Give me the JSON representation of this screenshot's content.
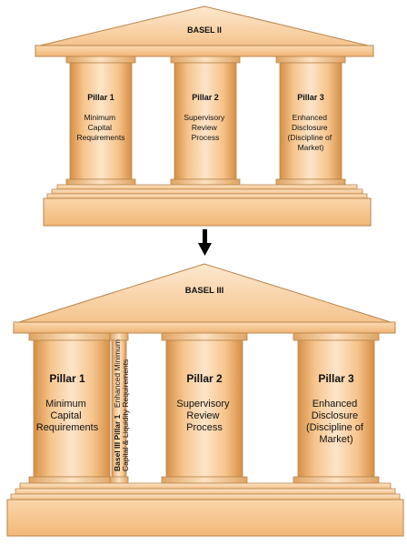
{
  "basel2": {
    "title": "BASEL II",
    "pillars": [
      {
        "name": "Pillar 1",
        "desc": [
          "Minimum",
          "Capital",
          "Requirements"
        ]
      },
      {
        "name": "Pillar 2",
        "desc": [
          "Supervisory",
          "Review",
          "Process"
        ]
      },
      {
        "name": "Pillar 3",
        "desc": [
          "Enhanced",
          "Disclosure",
          "(Discipline of",
          "Market)"
        ]
      }
    ]
  },
  "basel3": {
    "title": "BASEL III",
    "pillars": [
      {
        "name": "Pillar 1",
        "desc": [
          "Minimum",
          "Capital",
          "Requirements"
        ]
      },
      {
        "name": "Pillar 2",
        "desc": [
          "Supervisory",
          "Review",
          "Process"
        ]
      },
      {
        "name": "Pillar 3",
        "desc": [
          "Enhanced",
          "Disclosure",
          "(Discipline of",
          "Market)"
        ]
      }
    ],
    "side_label": {
      "bold": "Basel III Pillar 1",
      "line1_rest": "Enhanced Minimum",
      "line2": "Capital & Liquidity Requirements"
    }
  },
  "colors": {
    "light": "#fde3c4",
    "mid": "#f7c68f",
    "dark": "#d7954e",
    "edge": "#b8864d"
  }
}
